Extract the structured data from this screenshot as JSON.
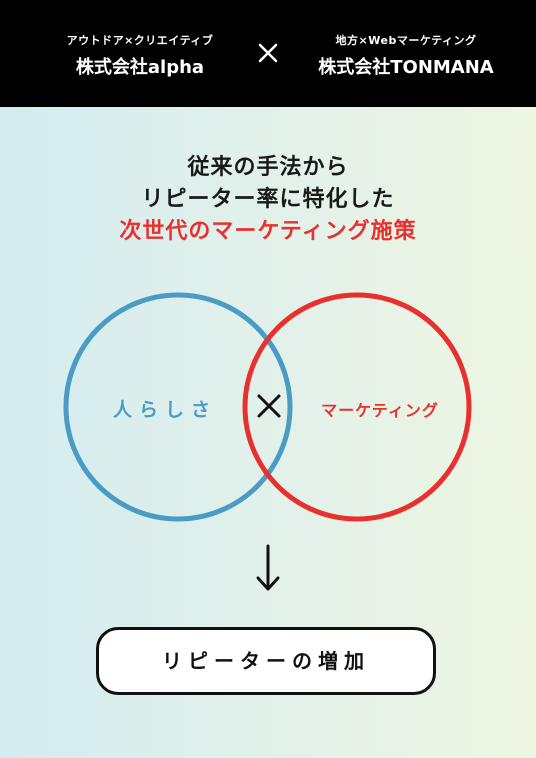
{
  "header": {
    "left": {
      "subtitle": "アウトドア×クリエイティブ",
      "name": "株式会社alpha"
    },
    "right": {
      "subtitle": "地方×Webマーケティング",
      "name": "株式会社TONMANA"
    }
  },
  "headline": {
    "line1": "従来の手法から",
    "line2": "リピーター率に特化した",
    "line3": "次世代のマーケティング施策"
  },
  "venn": {
    "left_label": "人らしさ",
    "right_label": "マーケティング",
    "left_color": "#4a9cc5",
    "right_color": "#e8312e"
  },
  "result": {
    "label": "リピーターの増加"
  },
  "colors": {
    "accent_red": "#e8312e",
    "accent_blue": "#4a9cc5",
    "bar": "#000000"
  }
}
